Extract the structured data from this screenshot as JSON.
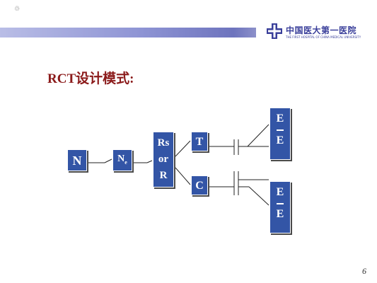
{
  "corner_mark": "♲",
  "logo": {
    "name": "中国医大第一医院",
    "subtitle": "THE FIRST HOSPITAL OF CHINA MEDICAL UNIVERSITY",
    "brand_color": "#3a3f9a"
  },
  "banner_color": "#8e94d4",
  "title": "RCT设计模式:",
  "title_color": "#8b1a1a",
  "box_color": "#3355a6",
  "nodes": {
    "n": "N",
    "ne_main": "N",
    "ne_sub": "e",
    "r_line1": "Rs",
    "r_line2": "or",
    "r_line3": "R",
    "t": "T",
    "c": "C",
    "e1_top": "E",
    "e1_bottom": "E",
    "e2_top": "E",
    "e2_bottom": "E"
  },
  "page_number": "6"
}
